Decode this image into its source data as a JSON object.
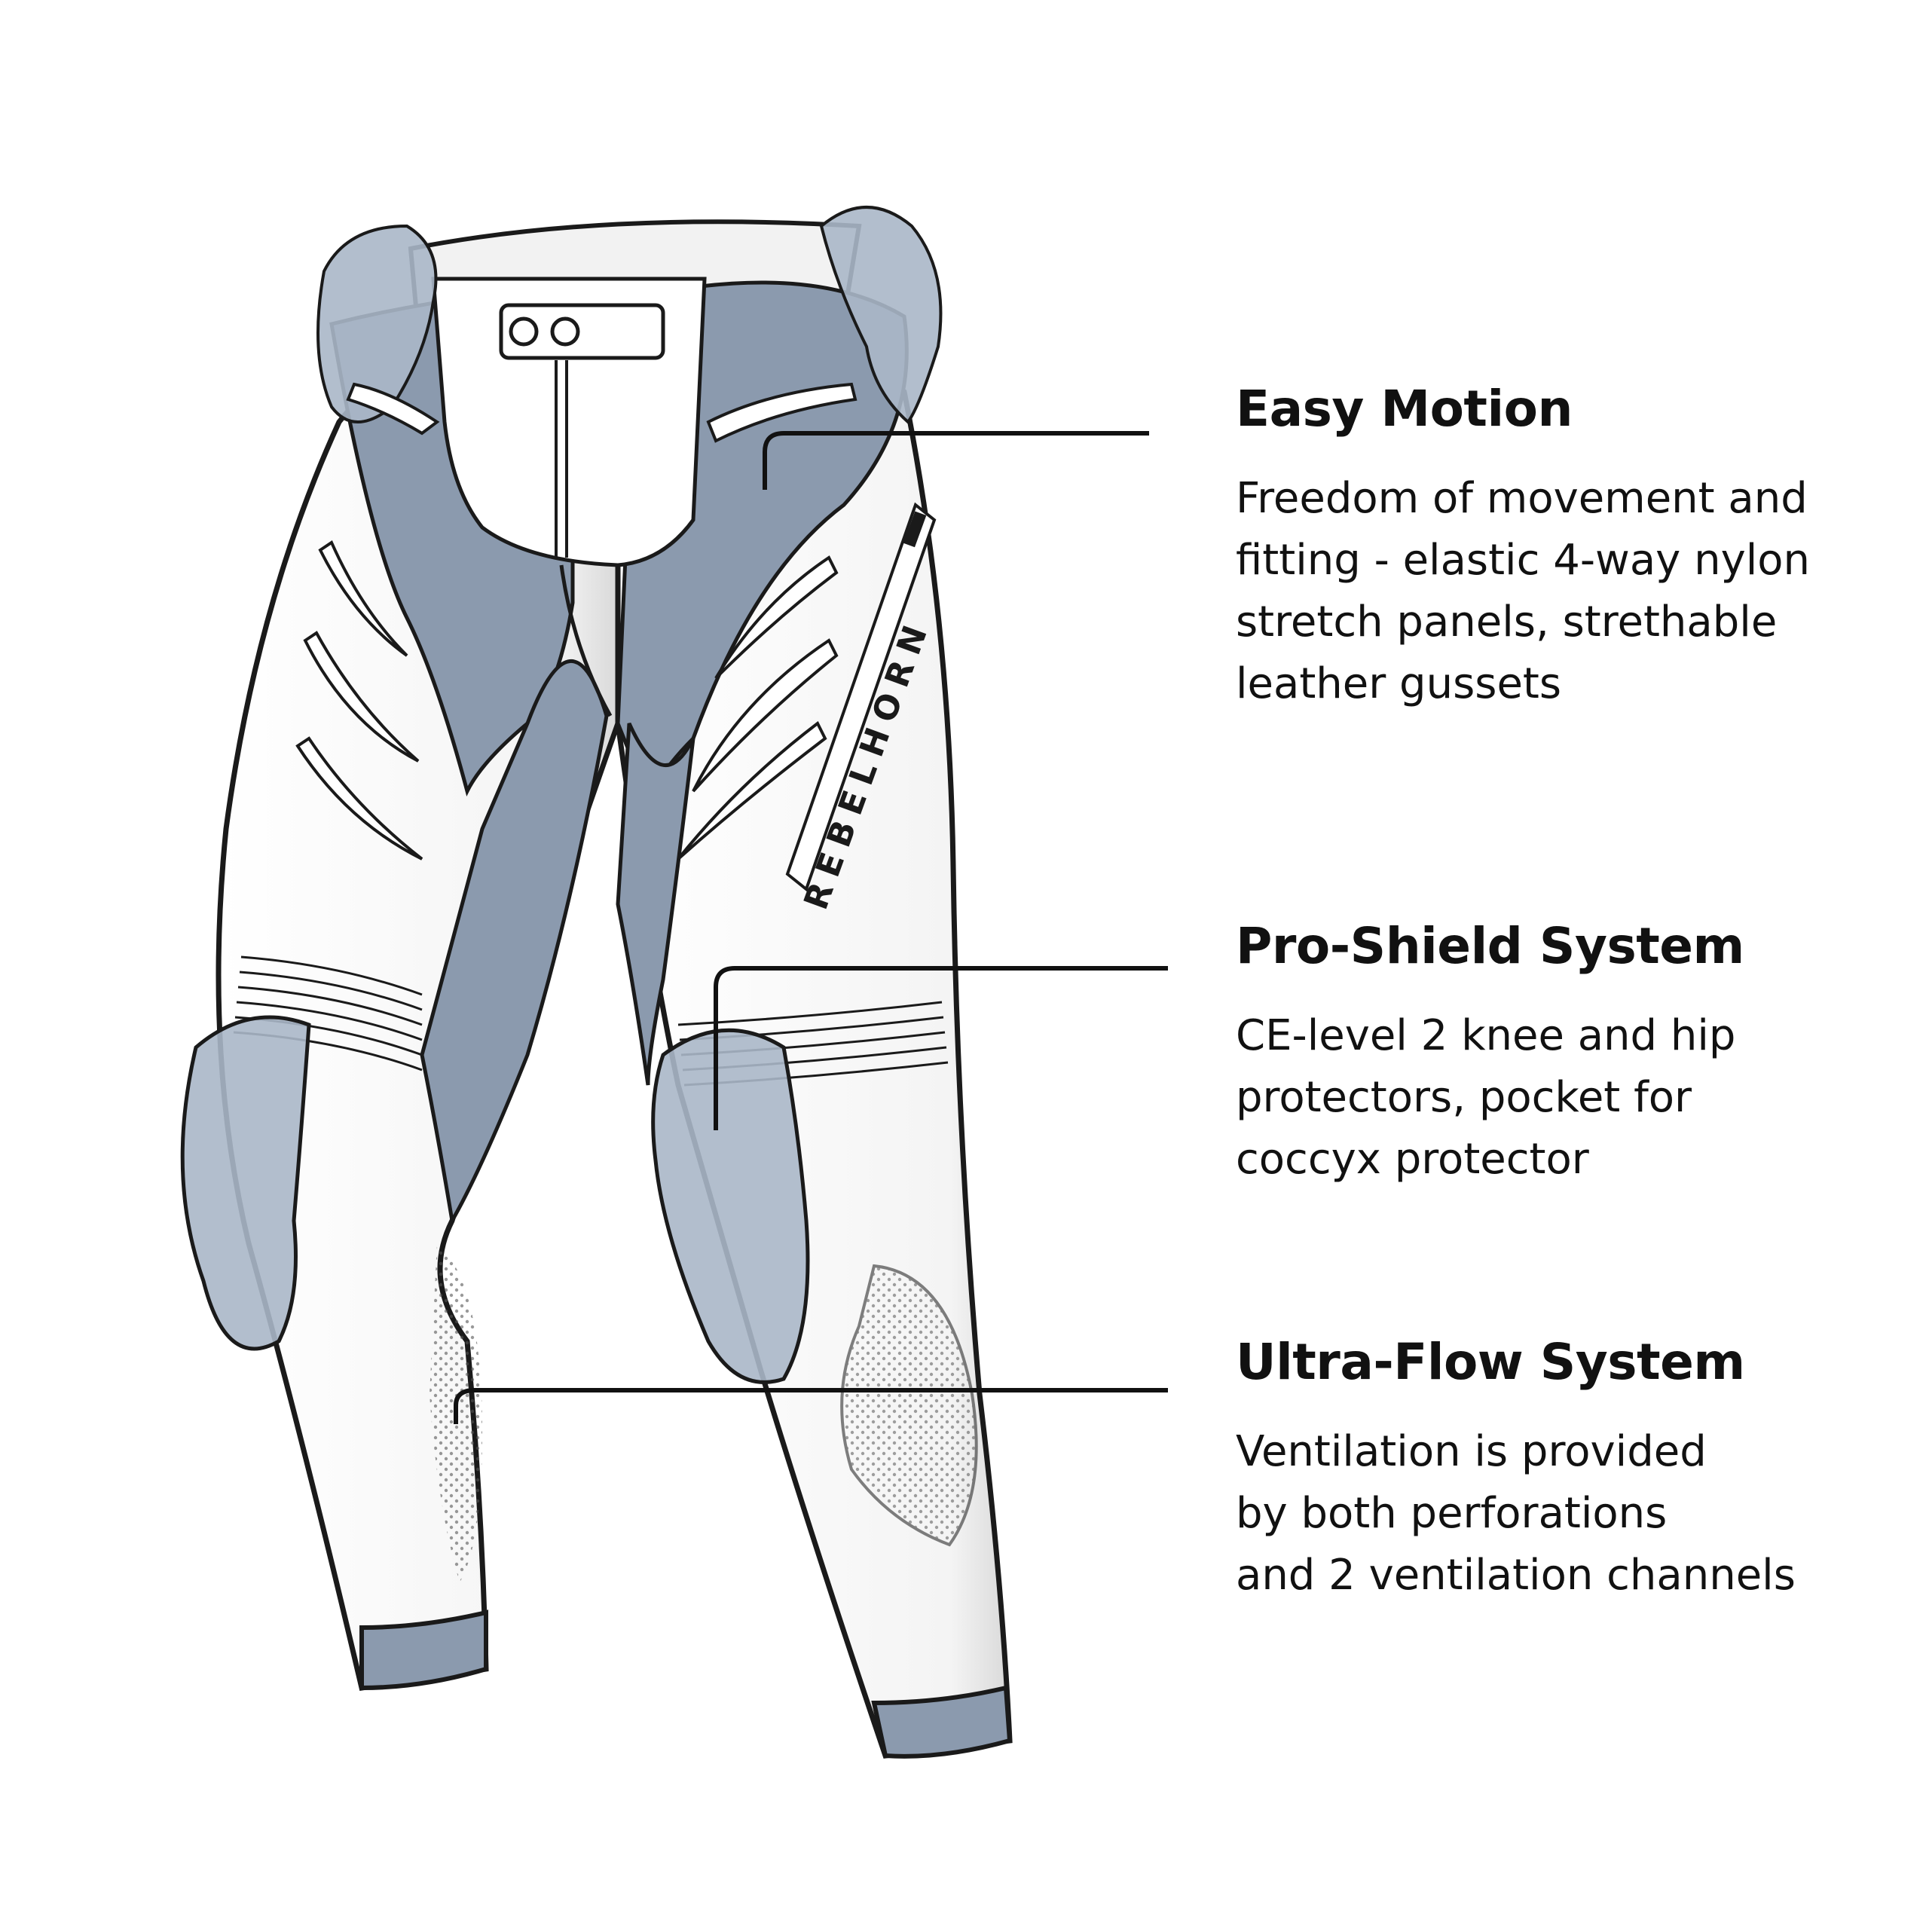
{
  "brand": {
    "wordmark": "REBELHORN"
  },
  "features": [
    {
      "title": "Easy Motion",
      "lines": [
        "Freedom of movement and",
        "fitting - elastic 4-way nylon",
        "stretch panels, strethable",
        "leather gussets"
      ]
    },
    {
      "title": "Pro-Shield System",
      "lines": [
        "CE-level 2 knee and hip",
        "protectors, pocket for",
        "coccyx protector"
      ]
    },
    {
      "title": "Ultra-Flow System",
      "lines": [
        "Ventilation is provided",
        "by both perforations",
        "and 2 ventilation channels"
      ]
    }
  ],
  "colors": {
    "stretch_panel": "#8b9aae",
    "protector": "#aab7c8",
    "leather": "#ffffff",
    "outline": "#1a1a1a"
  }
}
